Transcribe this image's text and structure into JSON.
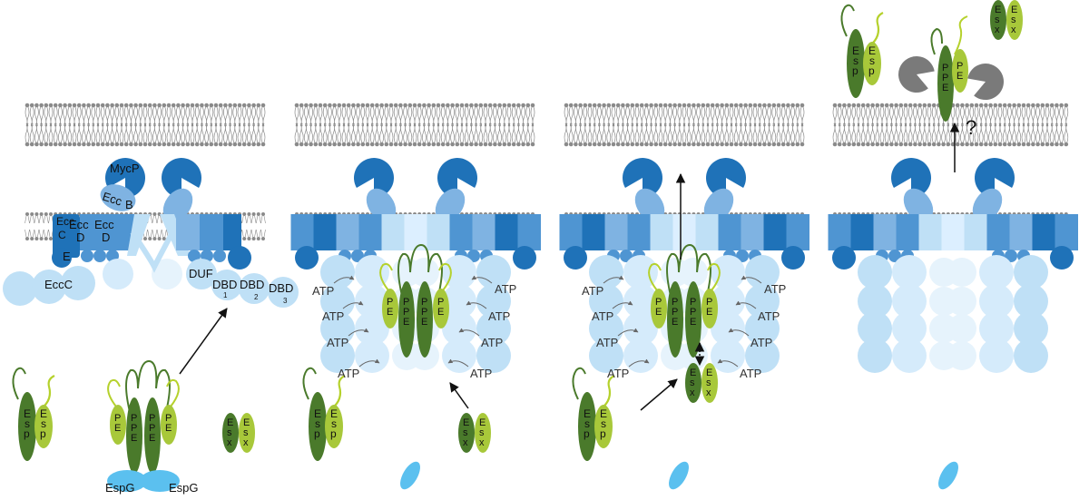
{
  "colors": {
    "dark_blue": "#1f72b8",
    "mid_blue": "#4f95d2",
    "light_blue": "#7fb3e2",
    "pale_blue": "#bfe0f6",
    "very_pale_blue": "#dcefff",
    "dark_green": "#4a7a2b",
    "lime": "#a8c83a",
    "lime_line": "#b5d12c",
    "grey": "#7a7a7a",
    "lipid": "#8a8a8a"
  },
  "labels": {
    "mycp": "MycP",
    "eccb_1": "Ecc",
    "eccb_2": "B",
    "eccc_a": "Ecc",
    "eccc_b": "C",
    "eccc_c": "E",
    "eccd1_a": "Ecc",
    "eccd1_b": "D",
    "eccd2_a": "Ecc",
    "eccd2_b": "D",
    "eccc": "EccC",
    "duf": "DUF",
    "dbd1": "DBD",
    "dbd1_sub": "1",
    "dbd2": "DBD",
    "dbd2_sub": "2",
    "dbd3": "DBD",
    "dbd3_sub": "3",
    "espg_left": "EspG",
    "espg_right": "EspG",
    "atp": "ATP",
    "question": "?",
    "pe": "PE",
    "ppe": "PPE",
    "esp": "Esp",
    "esx": "Esx"
  }
}
